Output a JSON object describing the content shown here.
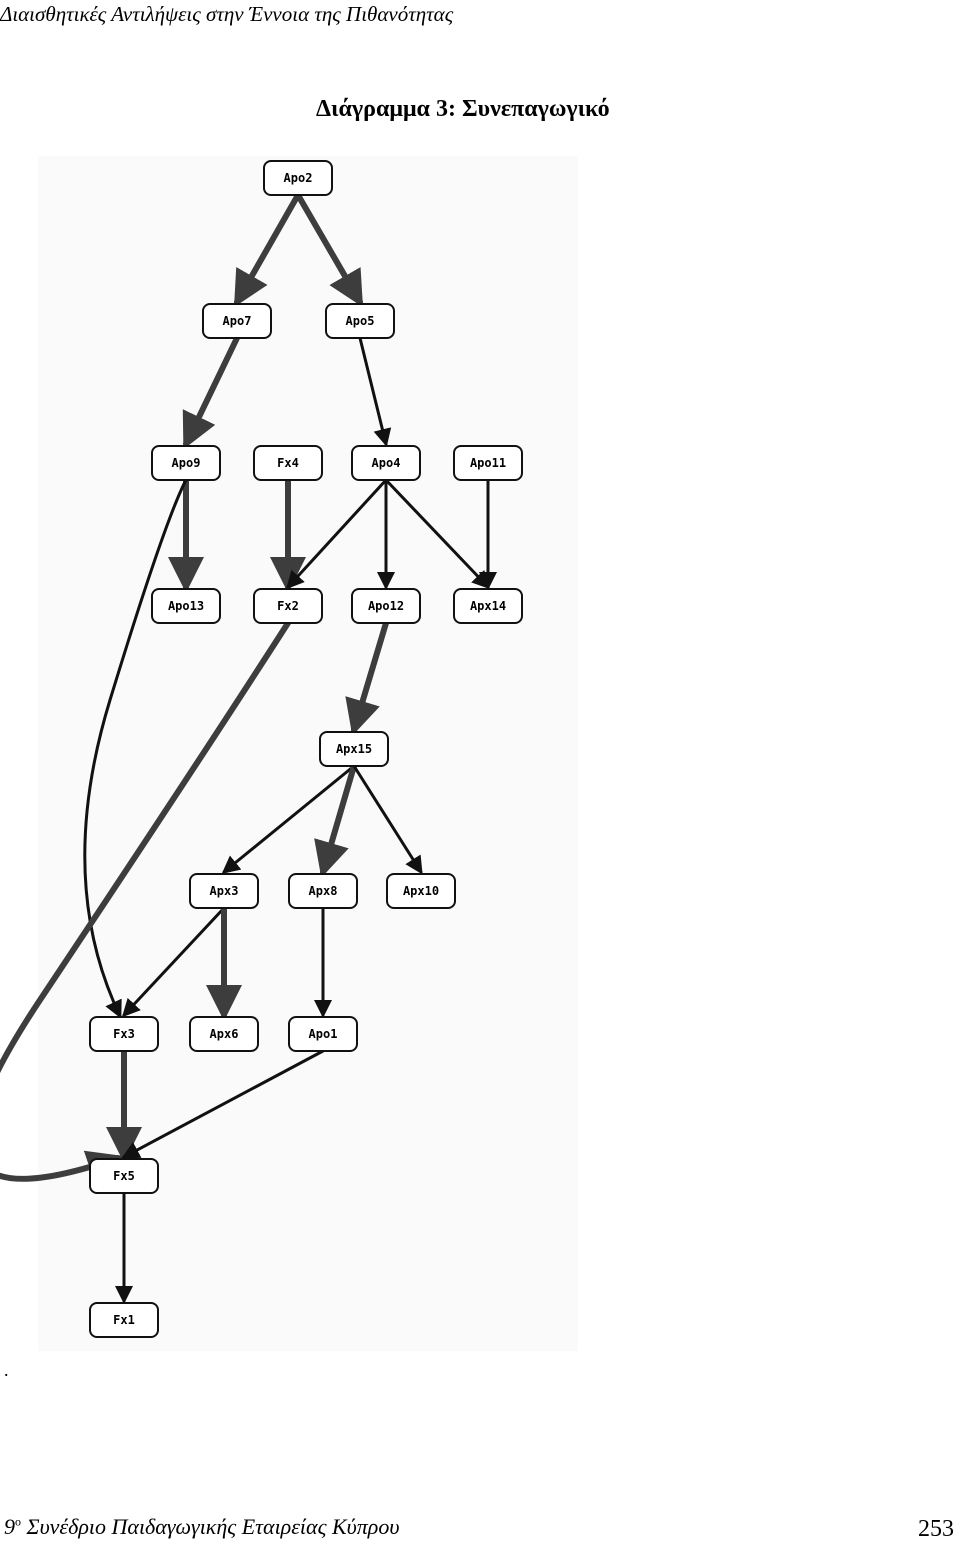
{
  "header": {
    "running_title": "Διαισθητικές Αντιλήψεις στην Έννοια της Πιθανότητας"
  },
  "figure": {
    "caption": "Διάγραμμα 3: Συνεπαγωγικό",
    "nodes": [
      {
        "id": "Apo2",
        "label": "Apo2"
      },
      {
        "id": "Apo7",
        "label": "Apo7"
      },
      {
        "id": "Apo5",
        "label": "Apo5"
      },
      {
        "id": "Apo9",
        "label": "Apo9"
      },
      {
        "id": "Fx4",
        "label": "Fx4"
      },
      {
        "id": "Apo4",
        "label": "Apo4"
      },
      {
        "id": "Apo11",
        "label": "Apo11"
      },
      {
        "id": "Apo13",
        "label": "Apo13"
      },
      {
        "id": "Fx2",
        "label": "Fx2"
      },
      {
        "id": "Apo12",
        "label": "Apo12"
      },
      {
        "id": "Apx14",
        "label": "Apx14"
      },
      {
        "id": "Apx15",
        "label": "Apx15"
      },
      {
        "id": "Apx3",
        "label": "Apx3"
      },
      {
        "id": "Apx8",
        "label": "Apx8"
      },
      {
        "id": "Apx10",
        "label": "Apx10"
      },
      {
        "id": "Fx3",
        "label": "Fx3"
      },
      {
        "id": "Apx6",
        "label": "Apx6"
      },
      {
        "id": "Apo1",
        "label": "Apo1"
      },
      {
        "id": "Fx5",
        "label": "Fx5"
      },
      {
        "id": "Fx1",
        "label": "Fx1"
      }
    ],
    "edges": [
      {
        "from": "Apo2",
        "to": "Apo7",
        "weight": "thick"
      },
      {
        "from": "Apo2",
        "to": "Apo5",
        "weight": "thick"
      },
      {
        "from": "Apo7",
        "to": "Apo9",
        "weight": "thick"
      },
      {
        "from": "Apo5",
        "to": "Apo4",
        "weight": "thin"
      },
      {
        "from": "Apo9",
        "to": "Apo13",
        "weight": "thick"
      },
      {
        "from": "Apo9",
        "to": "Fx3",
        "weight": "thin"
      },
      {
        "from": "Fx4",
        "to": "Fx2",
        "weight": "thick"
      },
      {
        "from": "Apo4",
        "to": "Fx2",
        "weight": "thin"
      },
      {
        "from": "Apo4",
        "to": "Apo12",
        "weight": "thin"
      },
      {
        "from": "Apo4",
        "to": "Apx14",
        "weight": "thin"
      },
      {
        "from": "Apo11",
        "to": "Apx14",
        "weight": "thin"
      },
      {
        "from": "Fx2",
        "to": "Fx5",
        "weight": "thick"
      },
      {
        "from": "Apo12",
        "to": "Apx15",
        "weight": "thick"
      },
      {
        "from": "Apx15",
        "to": "Apx3",
        "weight": "thin"
      },
      {
        "from": "Apx15",
        "to": "Apx8",
        "weight": "thick"
      },
      {
        "from": "Apx15",
        "to": "Apx10",
        "weight": "thin"
      },
      {
        "from": "Apx3",
        "to": "Fx3",
        "weight": "thin"
      },
      {
        "from": "Apx3",
        "to": "Apx6",
        "weight": "thick"
      },
      {
        "from": "Apx8",
        "to": "Apo1",
        "weight": "thin"
      },
      {
        "from": "Fx3",
        "to": "Fx5",
        "weight": "thick"
      },
      {
        "from": "Apo1",
        "to": "Fx5",
        "weight": "thin"
      },
      {
        "from": "Fx5",
        "to": "Fx1",
        "weight": "thin"
      }
    ],
    "colors": {
      "thick_edge": "#3d3d3d",
      "thin_edge": "#111111",
      "node_border": "#111111"
    }
  },
  "stray_mark": ".",
  "footer": {
    "conference_number": "9",
    "superscript": "ο",
    "conference_name": "Συνέδριο Παιδαγωγικής Εταιρείας Κύπρου",
    "page_number": "253"
  }
}
